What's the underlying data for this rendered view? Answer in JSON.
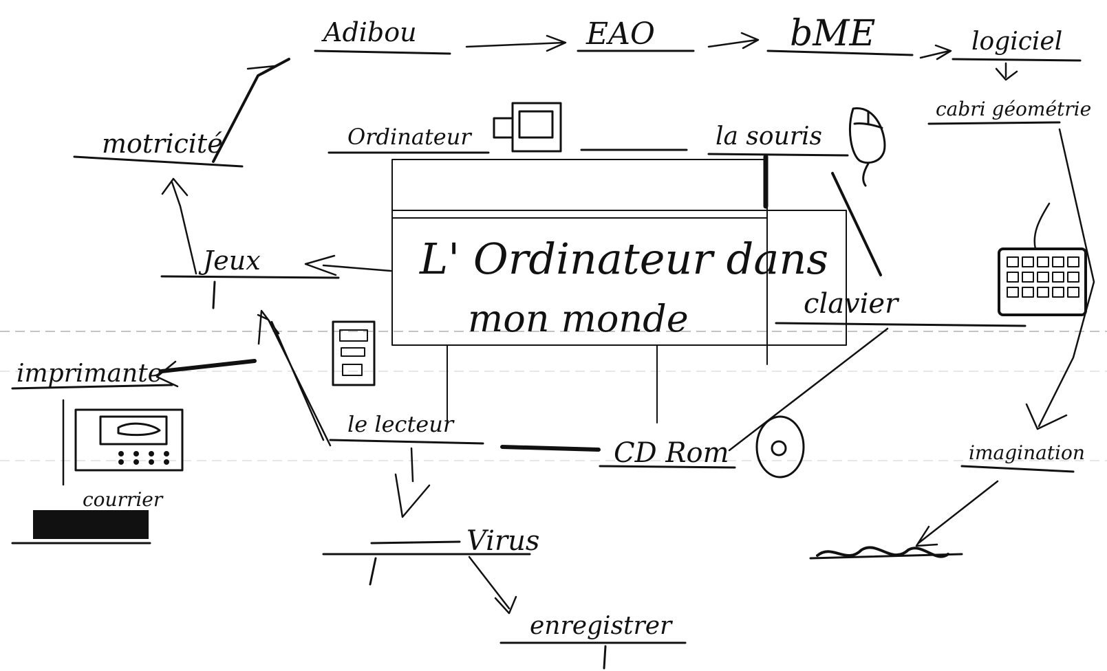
{
  "title": {
    "line1": "L' Ordinateur dans",
    "line2": "mon monde"
  },
  "nodes": {
    "adibou": "Adibou",
    "eao": "EAO",
    "bme": "bME",
    "logiciel": "logiciel",
    "cabri": "cabri géométrie",
    "motricite": "motricité",
    "ordinateur": "Ordinateur",
    "souris": "la souris",
    "jeux": "Jeux",
    "clavier": "clavier",
    "imprimante": "imprimante",
    "lecteur": "le lecteur",
    "cdrom": "CD Rom",
    "imagination": "imagination",
    "courrier": "courrier",
    "virus": "Virus",
    "enregistrer": "enregistrer"
  },
  "icons": [
    "monitor-icon",
    "mouse-icon",
    "keyboard-icon",
    "printer-icon",
    "disk-drive-icon",
    "cd-icon"
  ]
}
